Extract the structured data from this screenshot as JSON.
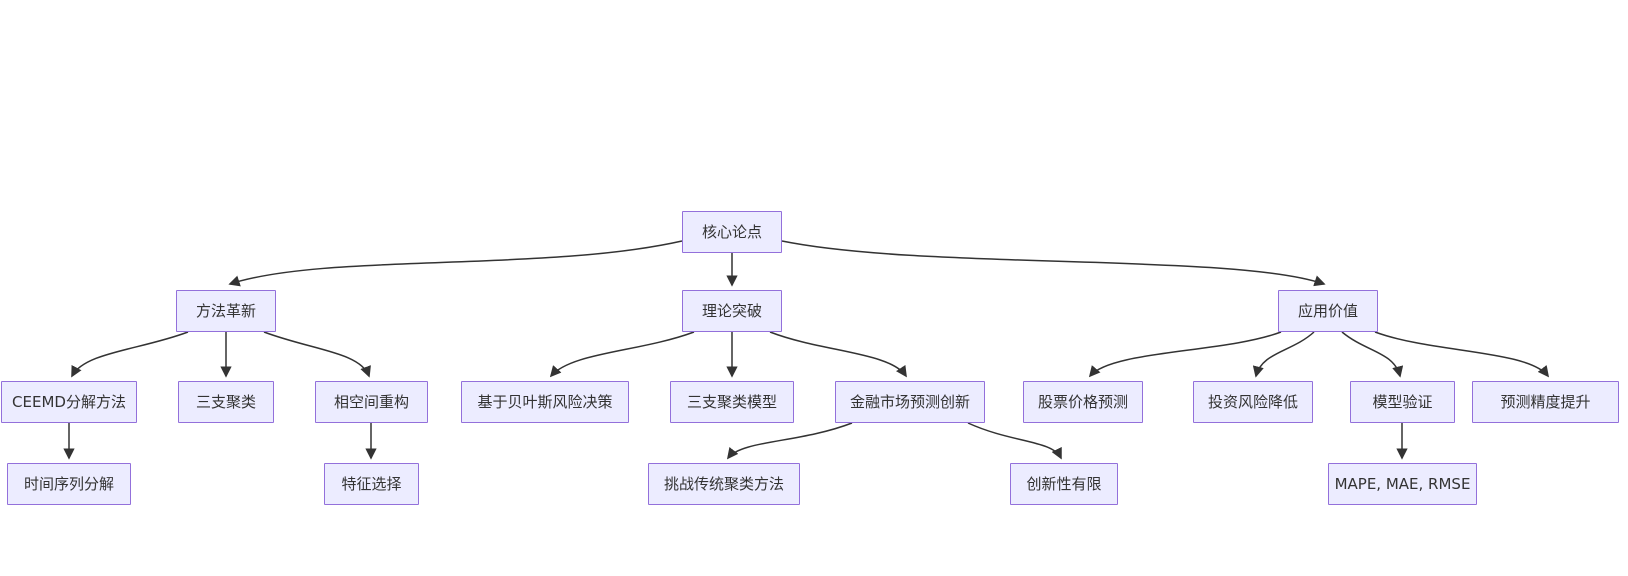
{
  "diagram": {
    "type": "flowchart-top-down",
    "colors": {
      "node_fill": "#ECECFF",
      "node_border": "#9370DB",
      "edge_line": "#333333",
      "text": "#333333",
      "background": "#FFFFFF"
    },
    "nodes": {
      "core": {
        "label": "核心论点"
      },
      "method": {
        "label": "方法革新"
      },
      "theory": {
        "label": "理论突破"
      },
      "application": {
        "label": "应用价值"
      },
      "ceemd": {
        "label": "CEEMD分解方法"
      },
      "three_way": {
        "label": "三支聚类"
      },
      "phase_space": {
        "label": "相空间重构"
      },
      "bayes": {
        "label": "基于贝叶斯风险决策"
      },
      "three_way_model": {
        "label": "三支聚类模型"
      },
      "finance": {
        "label": "金融市场预测创新"
      },
      "stock": {
        "label": "股票价格预测"
      },
      "risk": {
        "label": "投资风险降低"
      },
      "validation": {
        "label": "模型验证"
      },
      "accuracy": {
        "label": "预测精度提升"
      },
      "time_series": {
        "label": "时间序列分解"
      },
      "feature": {
        "label": "特征选择"
      },
      "challenge": {
        "label": "挑战传统聚类方法"
      },
      "limited": {
        "label": "创新性有限"
      },
      "metrics": {
        "label": "MAPE, MAE, RMSE"
      }
    },
    "edges": [
      {
        "from": "核心论点",
        "to": "方法革新"
      },
      {
        "from": "核心论点",
        "to": "理论突破"
      },
      {
        "from": "核心论点",
        "to": "应用价值"
      },
      {
        "from": "方法革新",
        "to": "CEEMD分解方法"
      },
      {
        "from": "方法革新",
        "to": "三支聚类"
      },
      {
        "from": "方法革新",
        "to": "相空间重构"
      },
      {
        "from": "CEEMD分解方法",
        "to": "时间序列分解"
      },
      {
        "from": "相空间重构",
        "to": "特征选择"
      },
      {
        "from": "理论突破",
        "to": "基于贝叶斯风险决策"
      },
      {
        "from": "理论突破",
        "to": "三支聚类模型"
      },
      {
        "from": "理论突破",
        "to": "金融市场预测创新"
      },
      {
        "from": "金融市场预测创新",
        "to": "挑战传统聚类方法"
      },
      {
        "from": "金融市场预测创新",
        "to": "创新性有限"
      },
      {
        "from": "应用价值",
        "to": "股票价格预测"
      },
      {
        "from": "应用价值",
        "to": "投资风险降低"
      },
      {
        "from": "应用价值",
        "to": "模型验证"
      },
      {
        "from": "应用价值",
        "to": "预测精度提升"
      },
      {
        "from": "模型验证",
        "to": "MAPE, MAE, RMSE"
      }
    ]
  }
}
